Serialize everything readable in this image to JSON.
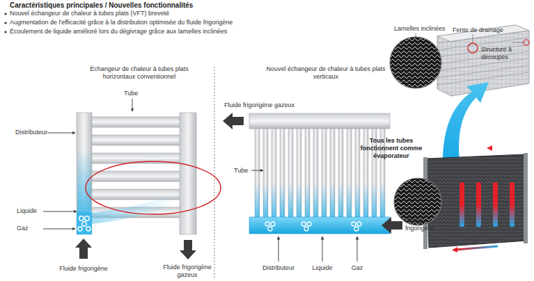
{
  "diagram": {
    "title": "Caractéristiques principales / Nouvelles fonctionnalités",
    "labels": [
      "Nouvel échangeur de chaleur à tubes plats (VFT) breveté",
      "Augmentation de l'efficacité grâce à la distribution optimisée du fluide frigorigène",
      "Écoulement de liquide amélioré lors du dégivrage grâce aux lamelles inclinées",
      "Échangeur de chaleur à tubes plats horizontaux conventionnel",
      "Tube",
      "Distributeur",
      "Liquide",
      "Gaz",
      "Fluide frigorigène",
      "Fluide frigorigène gazeux",
      "Nouvel échangeur de chaleur à tubes plats verticaux",
      "Fluide frigorigène gazeux",
      "Tube",
      "Fluide frigorigène",
      "Distributeur",
      "Liquide",
      "Gaz",
      "Lamelles inclinées",
      "Fente de drainage",
      "Structure à découpes",
      "Tous les tubes fonctionnent comme évaporateur"
    ]
  }
}
